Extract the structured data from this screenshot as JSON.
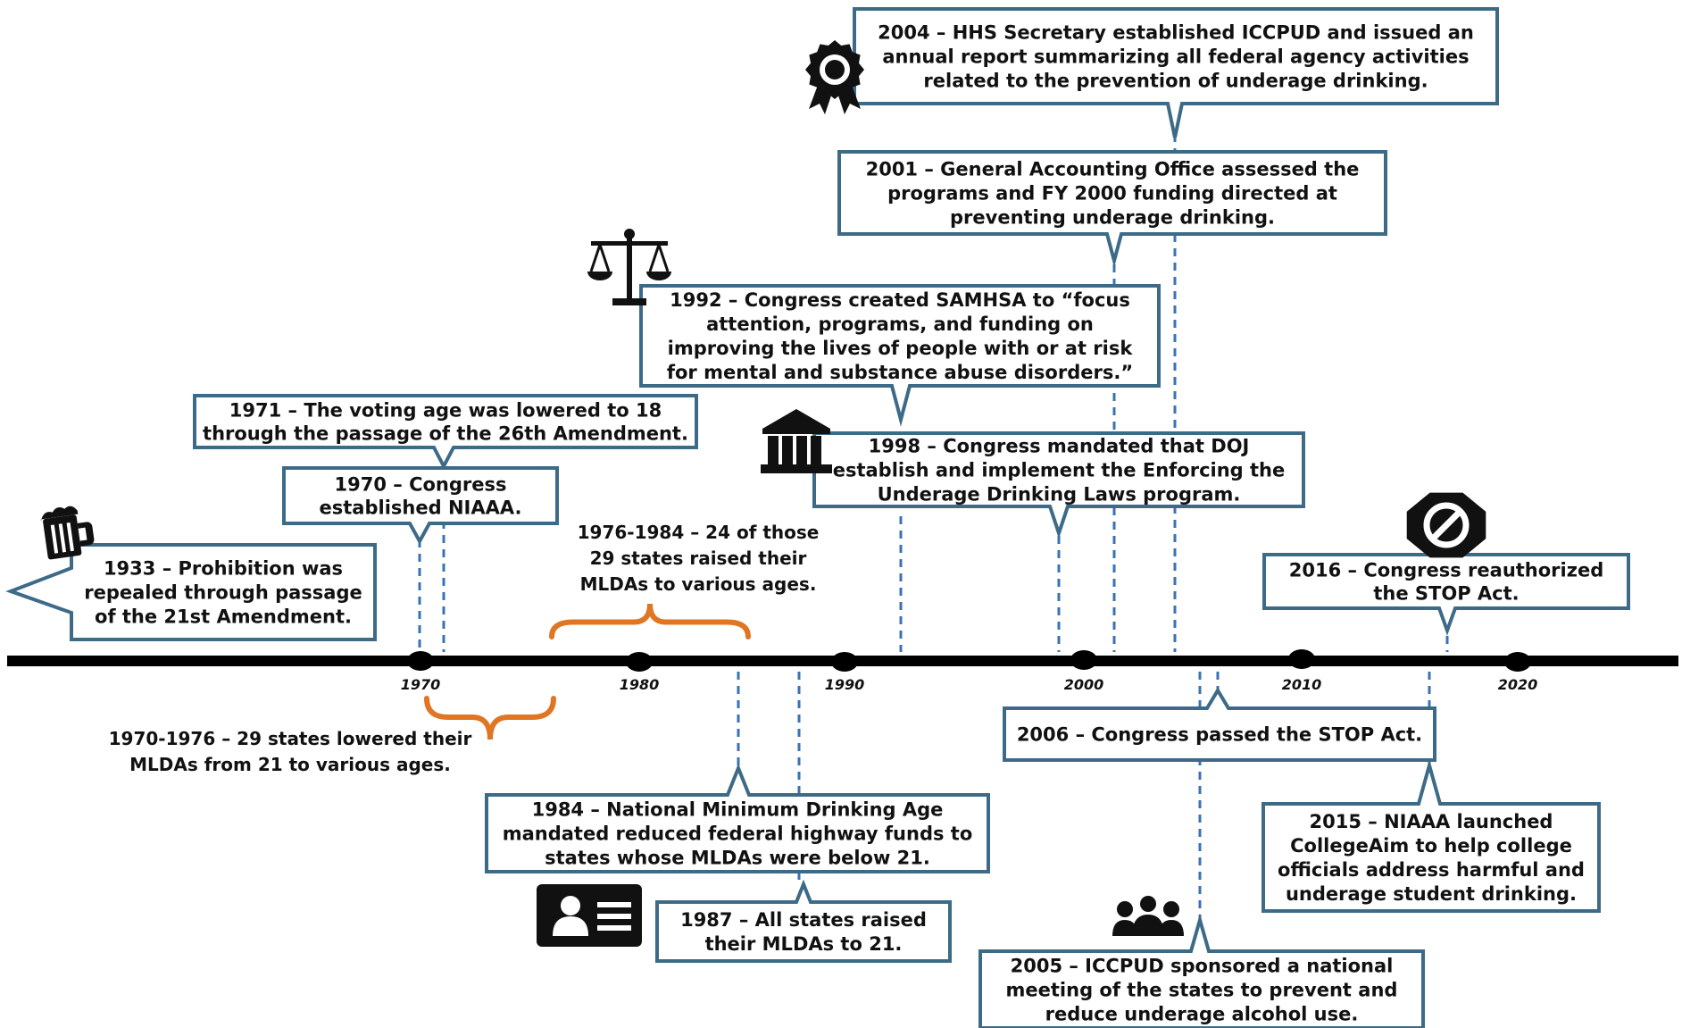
{
  "colors": {
    "box_stroke": "#3d6b87",
    "connector": "#3a72b4",
    "brace": "#e07524",
    "axis": "#000000",
    "text": "#111111"
  },
  "axis": {
    "type": "timeline",
    "ticks": [
      "1970",
      "1980",
      "1990",
      "2000",
      "2010",
      "2020"
    ]
  },
  "events": [
    {
      "id": "1933",
      "icon": "beer-mug-icon",
      "lines": [
        "1933 – Prohibition was",
        "repealed through passage",
        "of the 21st Amendment."
      ]
    },
    {
      "id": "1970",
      "lines": [
        "1970 – Congress",
        "established NIAAA."
      ]
    },
    {
      "id": "1971",
      "lines": [
        "1971 – The voting age was lowered to 18",
        "through the passage of the 26th Amendment."
      ]
    },
    {
      "id": "1970-1976",
      "lines": [
        "1970-1976 – 29 states lowered their",
        "MLDAs from 21 to various ages."
      ]
    },
    {
      "id": "1976-1984",
      "lines": [
        "1976-1984 – 24 of those",
        "29 states raised their",
        "MLDAs to various ages."
      ]
    },
    {
      "id": "1984",
      "lines": [
        "1984 – National Minimum Drinking Age",
        "mandated reduced federal highway funds to",
        "states whose MLDAs were below 21."
      ]
    },
    {
      "id": "1987",
      "icon": "id-card-icon",
      "lines": [
        "1987 – All states raised",
        "their MLDAs to 21."
      ]
    },
    {
      "id": "1992",
      "icon": "scales-of-justice-icon",
      "lines": [
        "1992 – Congress created SAMHSA to “focus",
        "attention, programs, and funding on",
        "improving the lives of people with or at risk",
        "for mental and substance abuse disorders.”"
      ]
    },
    {
      "id": "1998",
      "icon": "courthouse-icon",
      "lines": [
        "1998 – Congress mandated that DOJ",
        "establish and implement the Enforcing the",
        "Underage Drinking Laws program."
      ]
    },
    {
      "id": "2001",
      "lines": [
        "2001 – General Accounting Office assessed the",
        "programs and FY 2000 funding directed at",
        "preventing underage drinking."
      ]
    },
    {
      "id": "2004",
      "icon": "award-ribbon-icon",
      "lines": [
        "2004 – HHS Secretary established ICCPUD and issued an",
        "annual report summarizing all federal agency activities",
        "related to the prevention of underage drinking."
      ]
    },
    {
      "id": "2005",
      "icon": "people-group-icon",
      "lines": [
        "2005 – ICCPUD sponsored a national",
        "meeting of the states to prevent and",
        "reduce underage alcohol use."
      ]
    },
    {
      "id": "2006",
      "lines": [
        "2006 – Congress passed the STOP Act."
      ]
    },
    {
      "id": "2015",
      "lines": [
        "2015 – NIAAA launched",
        "CollegeAim to help college",
        "officials address harmful and",
        "underage student drinking."
      ]
    },
    {
      "id": "2016",
      "icon": "stop-sign-icon",
      "lines": [
        "2016 – Congress reauthorized",
        "the STOP Act."
      ]
    }
  ]
}
